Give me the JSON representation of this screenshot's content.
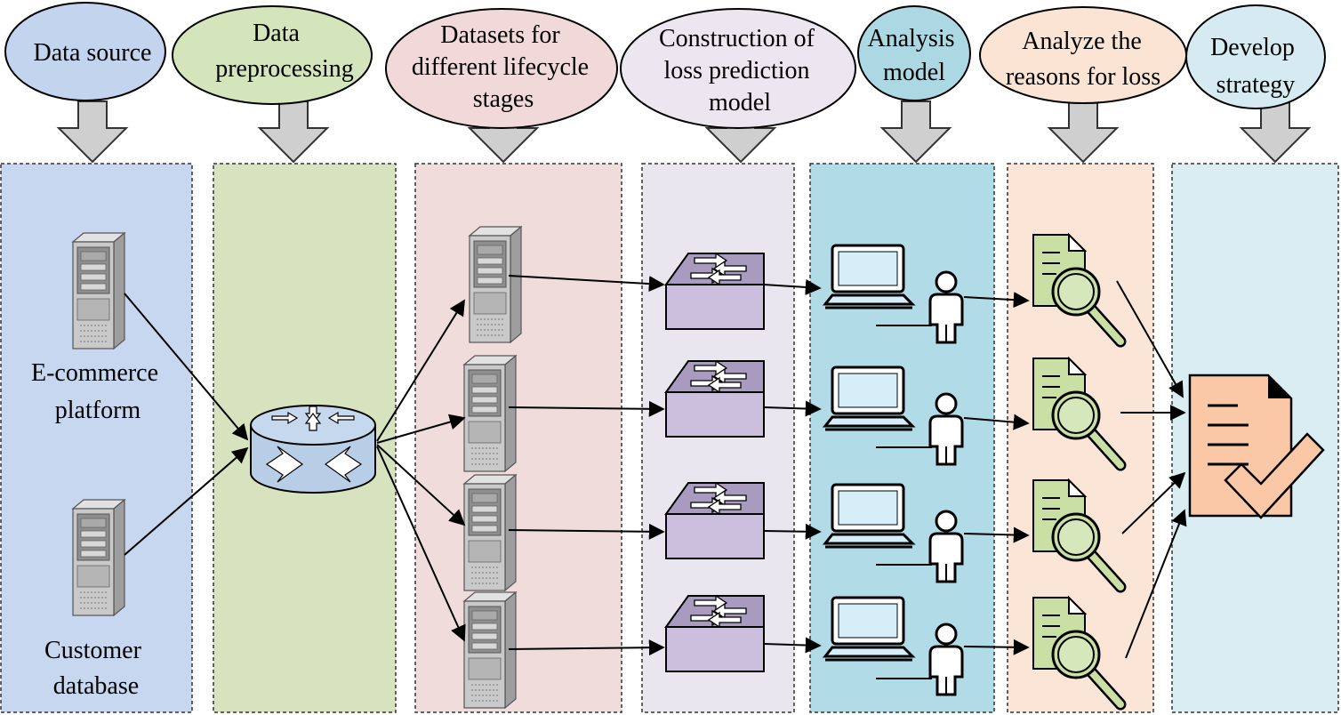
{
  "stages": [
    {
      "id": "data-source",
      "label_lines": [
        "Data source"
      ],
      "ellipse_color": "#c3d5ee",
      "panel_color": "#c6d7ef"
    },
    {
      "id": "data-preprocessing",
      "label_lines": [
        "Data",
        "preprocessing"
      ],
      "ellipse_color": "#d5e5bb",
      "panel_color": "#d6e3be"
    },
    {
      "id": "datasets",
      "label_lines": [
        "Datasets for",
        "different lifecycle",
        "stages"
      ],
      "ellipse_color": "#f1d9d9",
      "panel_color": "#f1dcdc"
    },
    {
      "id": "construction",
      "label_lines": [
        "Construction of",
        "loss prediction",
        "model"
      ],
      "ellipse_color": "#ebe6f0",
      "panel_color": "#eae6f0"
    },
    {
      "id": "analysis-model",
      "label_lines": [
        "Analysis",
        "model"
      ],
      "ellipse_color": "#acd8e3",
      "panel_color": "#b1dce7"
    },
    {
      "id": "analyze-reasons",
      "label_lines": [
        "Analyze the",
        "reasons for loss"
      ],
      "ellipse_color": "#fbe4d4",
      "panel_color": "#fbe5d6"
    },
    {
      "id": "develop-strategy",
      "label_lines": [
        "Develop",
        "strategy"
      ],
      "ellipse_color": "#d6ebf1",
      "panel_color": "#d9edf3"
    }
  ],
  "data_sources": {
    "ecommerce_lines": [
      "E-commerce",
      "platform"
    ],
    "customer_lines": [
      "Customer",
      "database"
    ]
  },
  "colors": {
    "server_body": "#c7c7c7",
    "server_front": "#9b9b9b",
    "router": "#b9cde6",
    "switch_top": "#aa9bbd",
    "switch_front": "#cbbfdb",
    "laptop_screen": "#d5eef8",
    "document": "#c8dfa3",
    "strategy_doc": "#fac7a6",
    "arrow_block": "#cfcfcf"
  }
}
